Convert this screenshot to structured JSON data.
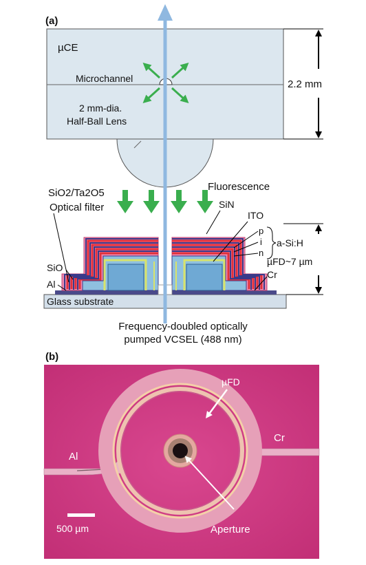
{
  "panel_a": {
    "label": "(a)",
    "chip": "µCE",
    "microchannel": "Microchannel",
    "lens_1": "2 mm-dia.",
    "lens_2": "Half-Ball Lens",
    "thickness": "2.2 mm",
    "filter_1": "SiO2/Ta2O5",
    "filter_2": "Optical filter",
    "fluorescence": "Fluorescence",
    "sin": "SiN",
    "ito": "ITO",
    "p": "p",
    "i": "i",
    "n": "n",
    "asih": "a-Si:H",
    "detector": "µFD~7 µm",
    "cr": "Cr",
    "sio": "SiO",
    "al": "Al",
    "substrate": "Glass substrate",
    "source_1": "Frequency-doubled optically",
    "source_2": "pumped VCSEL (488 nm)"
  },
  "panel_b": {
    "label": "(b)",
    "ufd": "µFD",
    "al": "Al",
    "cr": "Cr",
    "aperture": "Aperture",
    "scale": "500 µm"
  },
  "colors": {
    "chip": "#dce7ef",
    "beam": "#8fb8e0",
    "arrow": "#3aae4e",
    "photo_bg": "#d23f86",
    "ring": "#e6a0b8"
  }
}
